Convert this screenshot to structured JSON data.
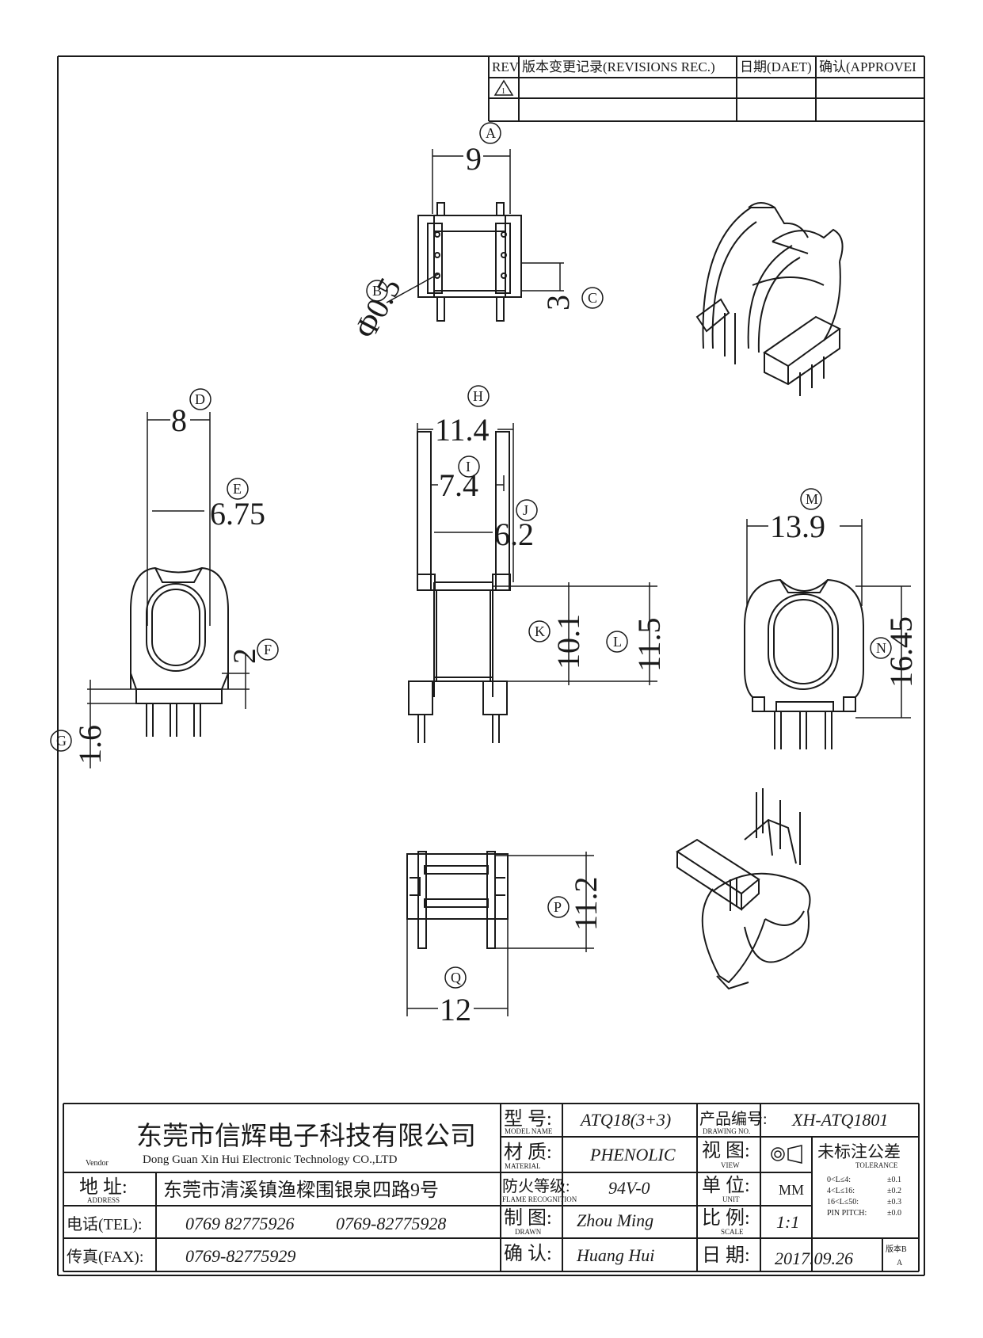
{
  "revision_block": {
    "rev_header": "REV.",
    "record_header": "版本变更记录(REVISIONS REC.)",
    "date_header": "日期(DAET)",
    "approve_header": "确认(APPROVEI",
    "rev_symbol": "1"
  },
  "top_view": {
    "dim_a": "9",
    "balloon_a": "A",
    "dim_b": "Φ0.5",
    "balloon_b": "B",
    "dim_c": "3",
    "balloon_c": "C"
  },
  "left_view": {
    "dim_d": "8",
    "balloon_d": "D",
    "dim_e": "6.75",
    "balloon_e": "E",
    "dim_f": "2",
    "balloon_f": "F",
    "dim_g": "1.6",
    "balloon_g": "G"
  },
  "front_view": {
    "dim_h": "11.4",
    "balloon_h": "H",
    "dim_i": "7.4",
    "balloon_i": "I",
    "dim_j": "6.2",
    "balloon_j": "J",
    "dim_k": "10.1",
    "balloon_k": "K",
    "dim_l": "11.5",
    "balloon_l": "L"
  },
  "right_view": {
    "dim_m": "13.9",
    "balloon_m": "M",
    "dim_n": "16.45",
    "balloon_n": "N"
  },
  "bottom_view": {
    "dim_p": "11.2",
    "balloon_p": "P",
    "dim_q": "12",
    "balloon_q": "Q"
  },
  "title_block": {
    "company_cn": "东莞市信辉电子科技有限公司",
    "company_en": "Dong Guan Xin Hui Electronic Technology CO.,LTD",
    "company_en_prefix": "Vendor",
    "address_label": "地 址:",
    "address_label_en": "ADDRESS",
    "address_value": "东莞市清溪镇渔樑围银泉四路9号",
    "tel_label": "电话(TEL):",
    "tel_value_1": "0769 82775926",
    "tel_value_2": "0769-82775928",
    "fax_label": "传真(FAX):",
    "fax_value": "0769-82775929",
    "model_label": "型 号:",
    "model_label_en": "MODEL NAME",
    "model_value": "ATQ18(3+3)",
    "material_label": "材 质:",
    "material_label_en": "MATERIAL",
    "material_value": "PHENOLIC",
    "flame_label": "防火等级:",
    "flame_label_en": "FLAME RECOGNITION",
    "flame_value": "94V-0",
    "drawn_label": "制 图:",
    "drawn_label_en": "DRAWN",
    "drawn_value": "Zhou Ming",
    "check_label": "确 认:",
    "check_value": "Huang Hui",
    "drawing_no_label": "产品编号:",
    "drawing_no_label_en": "DRAWING NO.",
    "drawing_no_value": "XH-ATQ1801",
    "view_label": "视 图:",
    "view_label_en": "VIEW",
    "unit_label": "单 位:",
    "unit_label_en": "UNIT",
    "unit_value": "MM",
    "scale_label": "比 例:",
    "scale_label_en": "SCALE",
    "scale_value": "1:1",
    "date_label": "日 期:",
    "date_value": "2017.09.26",
    "tolerance_title": "未标注公差",
    "tolerance_title_en": "TOLERANCE",
    "tol_1_range": "0<L≤4:",
    "tol_1_value": "±0.1",
    "tol_2_range": "4<L≤16:",
    "tol_2_value": "±0.2",
    "tol_3_range": "16<L≤50:",
    "tol_3_value": "±0.3",
    "tol_4_range": "PIN PITCH:",
    "tol_4_value": "±0.0",
    "version_label": "版本B",
    "version_value": "A"
  }
}
